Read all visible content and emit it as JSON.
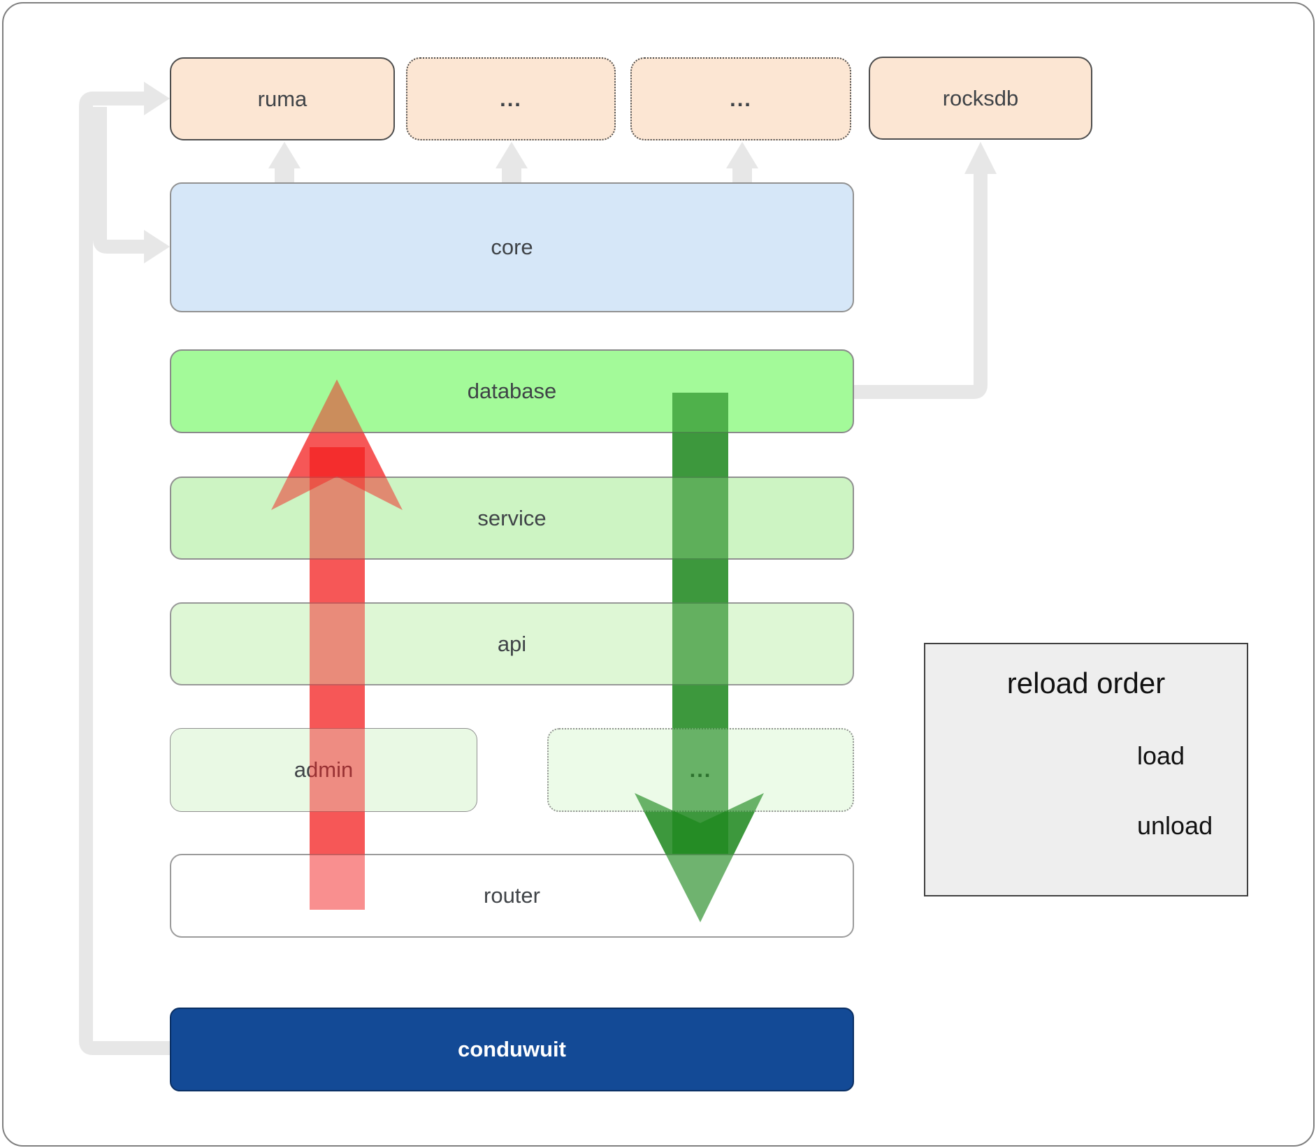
{
  "boxes": {
    "ruma": {
      "label": "ruma"
    },
    "dots_top_1": {
      "label": "..."
    },
    "dots_top_2": {
      "label": "..."
    },
    "rocksdb": {
      "label": "rocksdb"
    },
    "core": {
      "label": "core"
    },
    "database": {
      "label": "database"
    },
    "service": {
      "label": "service"
    },
    "api": {
      "label": "api"
    },
    "admin": {
      "label": "admin"
    },
    "dots_mid": {
      "label": "..."
    },
    "router": {
      "label": "router"
    },
    "conduwuit": {
      "label": "conduwuit"
    }
  },
  "legend": {
    "title": "reload order",
    "items": [
      {
        "label": "load",
        "color": "#228b22"
      },
      {
        "label": "unload",
        "color": "#f3201f"
      }
    ]
  },
  "colors": {
    "peach_box": "#fce6d3",
    "core_blue": "#d6e7f8",
    "database_green": "#a3fa99",
    "service_green": "#cdf4c3",
    "api_green": "#def7d5",
    "admin_green": "#e9f9e4",
    "conduwuit_navy": "#134a96",
    "load_arrow_green": "#228b22",
    "unload_arrow_red": "#f3201f",
    "connector_gray": "#e7e7e7",
    "legend_bg": "#eeeeee"
  }
}
